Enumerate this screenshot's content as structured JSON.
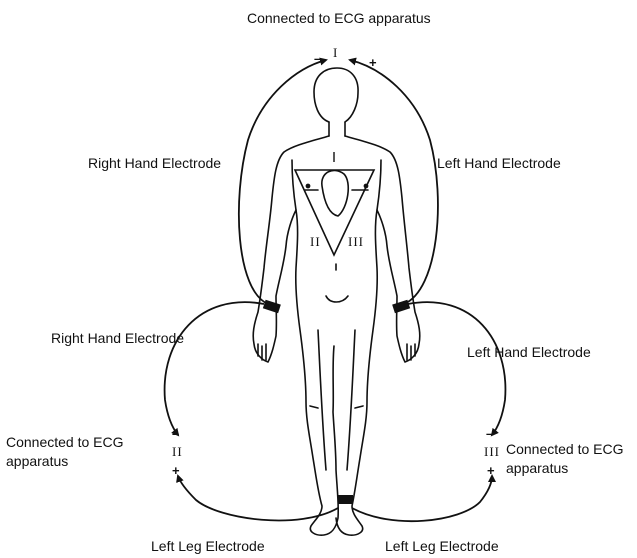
{
  "labels": {
    "top_connection": "Connected to ECG apparatus",
    "right_hand_upper": "Right Hand Electrode",
    "left_hand_upper": "Left Hand Electrode",
    "right_hand_lower": "Right Hand Electrode",
    "left_hand_lower": "Left Hand Electrode",
    "left_connection_line1": "Connected to ECG",
    "left_connection_line2": "apparatus",
    "right_connection_line1": "Connected to ECG",
    "right_connection_line2": "apparatus",
    "left_leg_left": "Left Leg Electrode",
    "left_leg_right": "Left Leg Electrode"
  },
  "leads": {
    "lead_one": "I",
    "lead_two": "II",
    "lead_three": "III"
  },
  "signs": {
    "minus": "–",
    "plus": "+"
  },
  "colors": {
    "ink": "#111111",
    "background": "#ffffff"
  }
}
